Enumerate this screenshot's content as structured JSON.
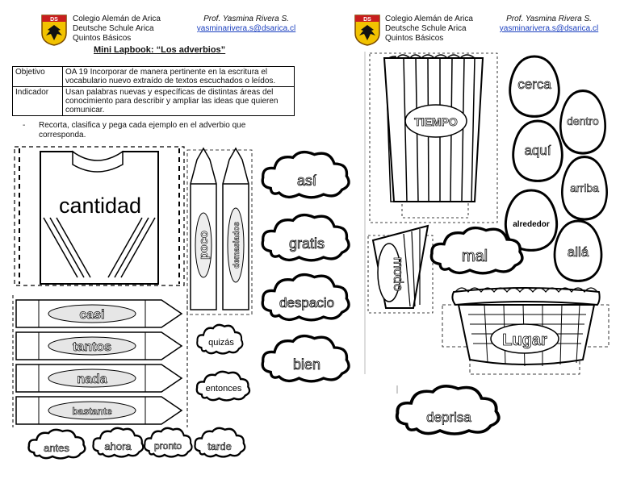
{
  "left_header": {
    "school_lines": [
      "Colegio Alemán de Arica",
      "Deutsche Schule Arica",
      "Quintos Básicos"
    ],
    "teacher": "Prof. Yasmina Rivera S.",
    "email": "yasminarivera.s@dsarica.cl",
    "logo_text": "DS"
  },
  "right_header": {
    "school_lines": [
      "Colegio Alemán de Arica",
      "Deutsche Schule Arica",
      "Quintos Básicos"
    ],
    "teacher": "Prof. Yasmina Rivera S.",
    "email": "yasminarivera.s@dsarica.cl",
    "logo_text": "DS"
  },
  "title": "Mini Lapbook: “Los adverbios”",
  "table": [
    {
      "label": "Objetivo",
      "text": "OA 19 Incorporar de manera pertinente en la escritura el vocabulario nuevo extraído de textos escuchados o leídos."
    },
    {
      "label": "Indicador",
      "text": "Usan palabras nuevas y específicas de distintas áreas del conocimiento para describir y ampliar las ideas que quieren comunicar."
    }
  ],
  "instruction": "Recorta, clasifica y pega cada ejemplo en el adverbio que corresponda.",
  "categories": {
    "cantidad": "cantidad",
    "tiempo": "TIEMPO",
    "modo": "modo",
    "lugar": "Lugar"
  },
  "crayons_vertical": [
    "poco",
    "demasiados"
  ],
  "crayons_horizontal": [
    "casi",
    "tantos",
    "nada",
    "bastante"
  ],
  "small_clouds": [
    "antes",
    "ahora",
    "pronto",
    "tarde"
  ],
  "mid_clouds": [
    "quizás",
    "entonces"
  ],
  "big_clouds": [
    "así",
    "gratis",
    "despacio",
    "bien"
  ],
  "eggs": [
    "cerca",
    "dentro",
    "aquí",
    "arriba",
    "alrededor",
    "allá"
  ],
  "right_clouds": [
    "mal",
    "deprisa"
  ]
}
